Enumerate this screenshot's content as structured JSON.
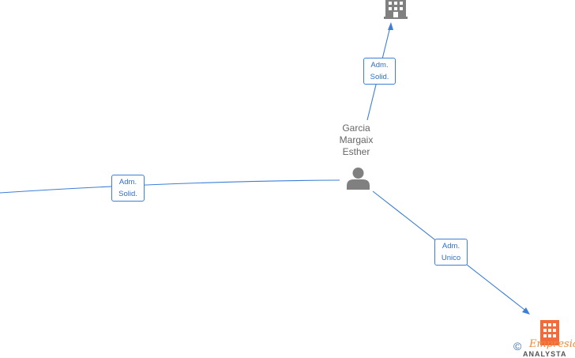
{
  "diagram": {
    "nodes": {
      "person": {
        "name_lines": [
          "Garcia",
          "Margaix",
          "Esther"
        ],
        "icon": "person-icon",
        "color": "#808080"
      },
      "company_top": {
        "icon": "building-icon",
        "color": "#808080"
      },
      "company_bottom_right": {
        "icon": "building-icon",
        "color": "#f26b3a"
      }
    },
    "edges": [
      {
        "id": "edge-left",
        "label_lines": [
          "Adm.",
          "Solid."
        ],
        "arrow": false
      },
      {
        "id": "edge-top",
        "label_lines": [
          "Adm.",
          "Solid."
        ],
        "arrow": true
      },
      {
        "id": "edge-bottom-right",
        "label_lines": [
          "Adm.",
          "Unico"
        ],
        "arrow": true
      }
    ],
    "edge_color": "#3c7fd6"
  },
  "footer": {
    "copyright_symbol": "©",
    "brand_name": "Empresia",
    "brand_sub": "ANALYSTA",
    "brand_color": "#f0883b"
  }
}
